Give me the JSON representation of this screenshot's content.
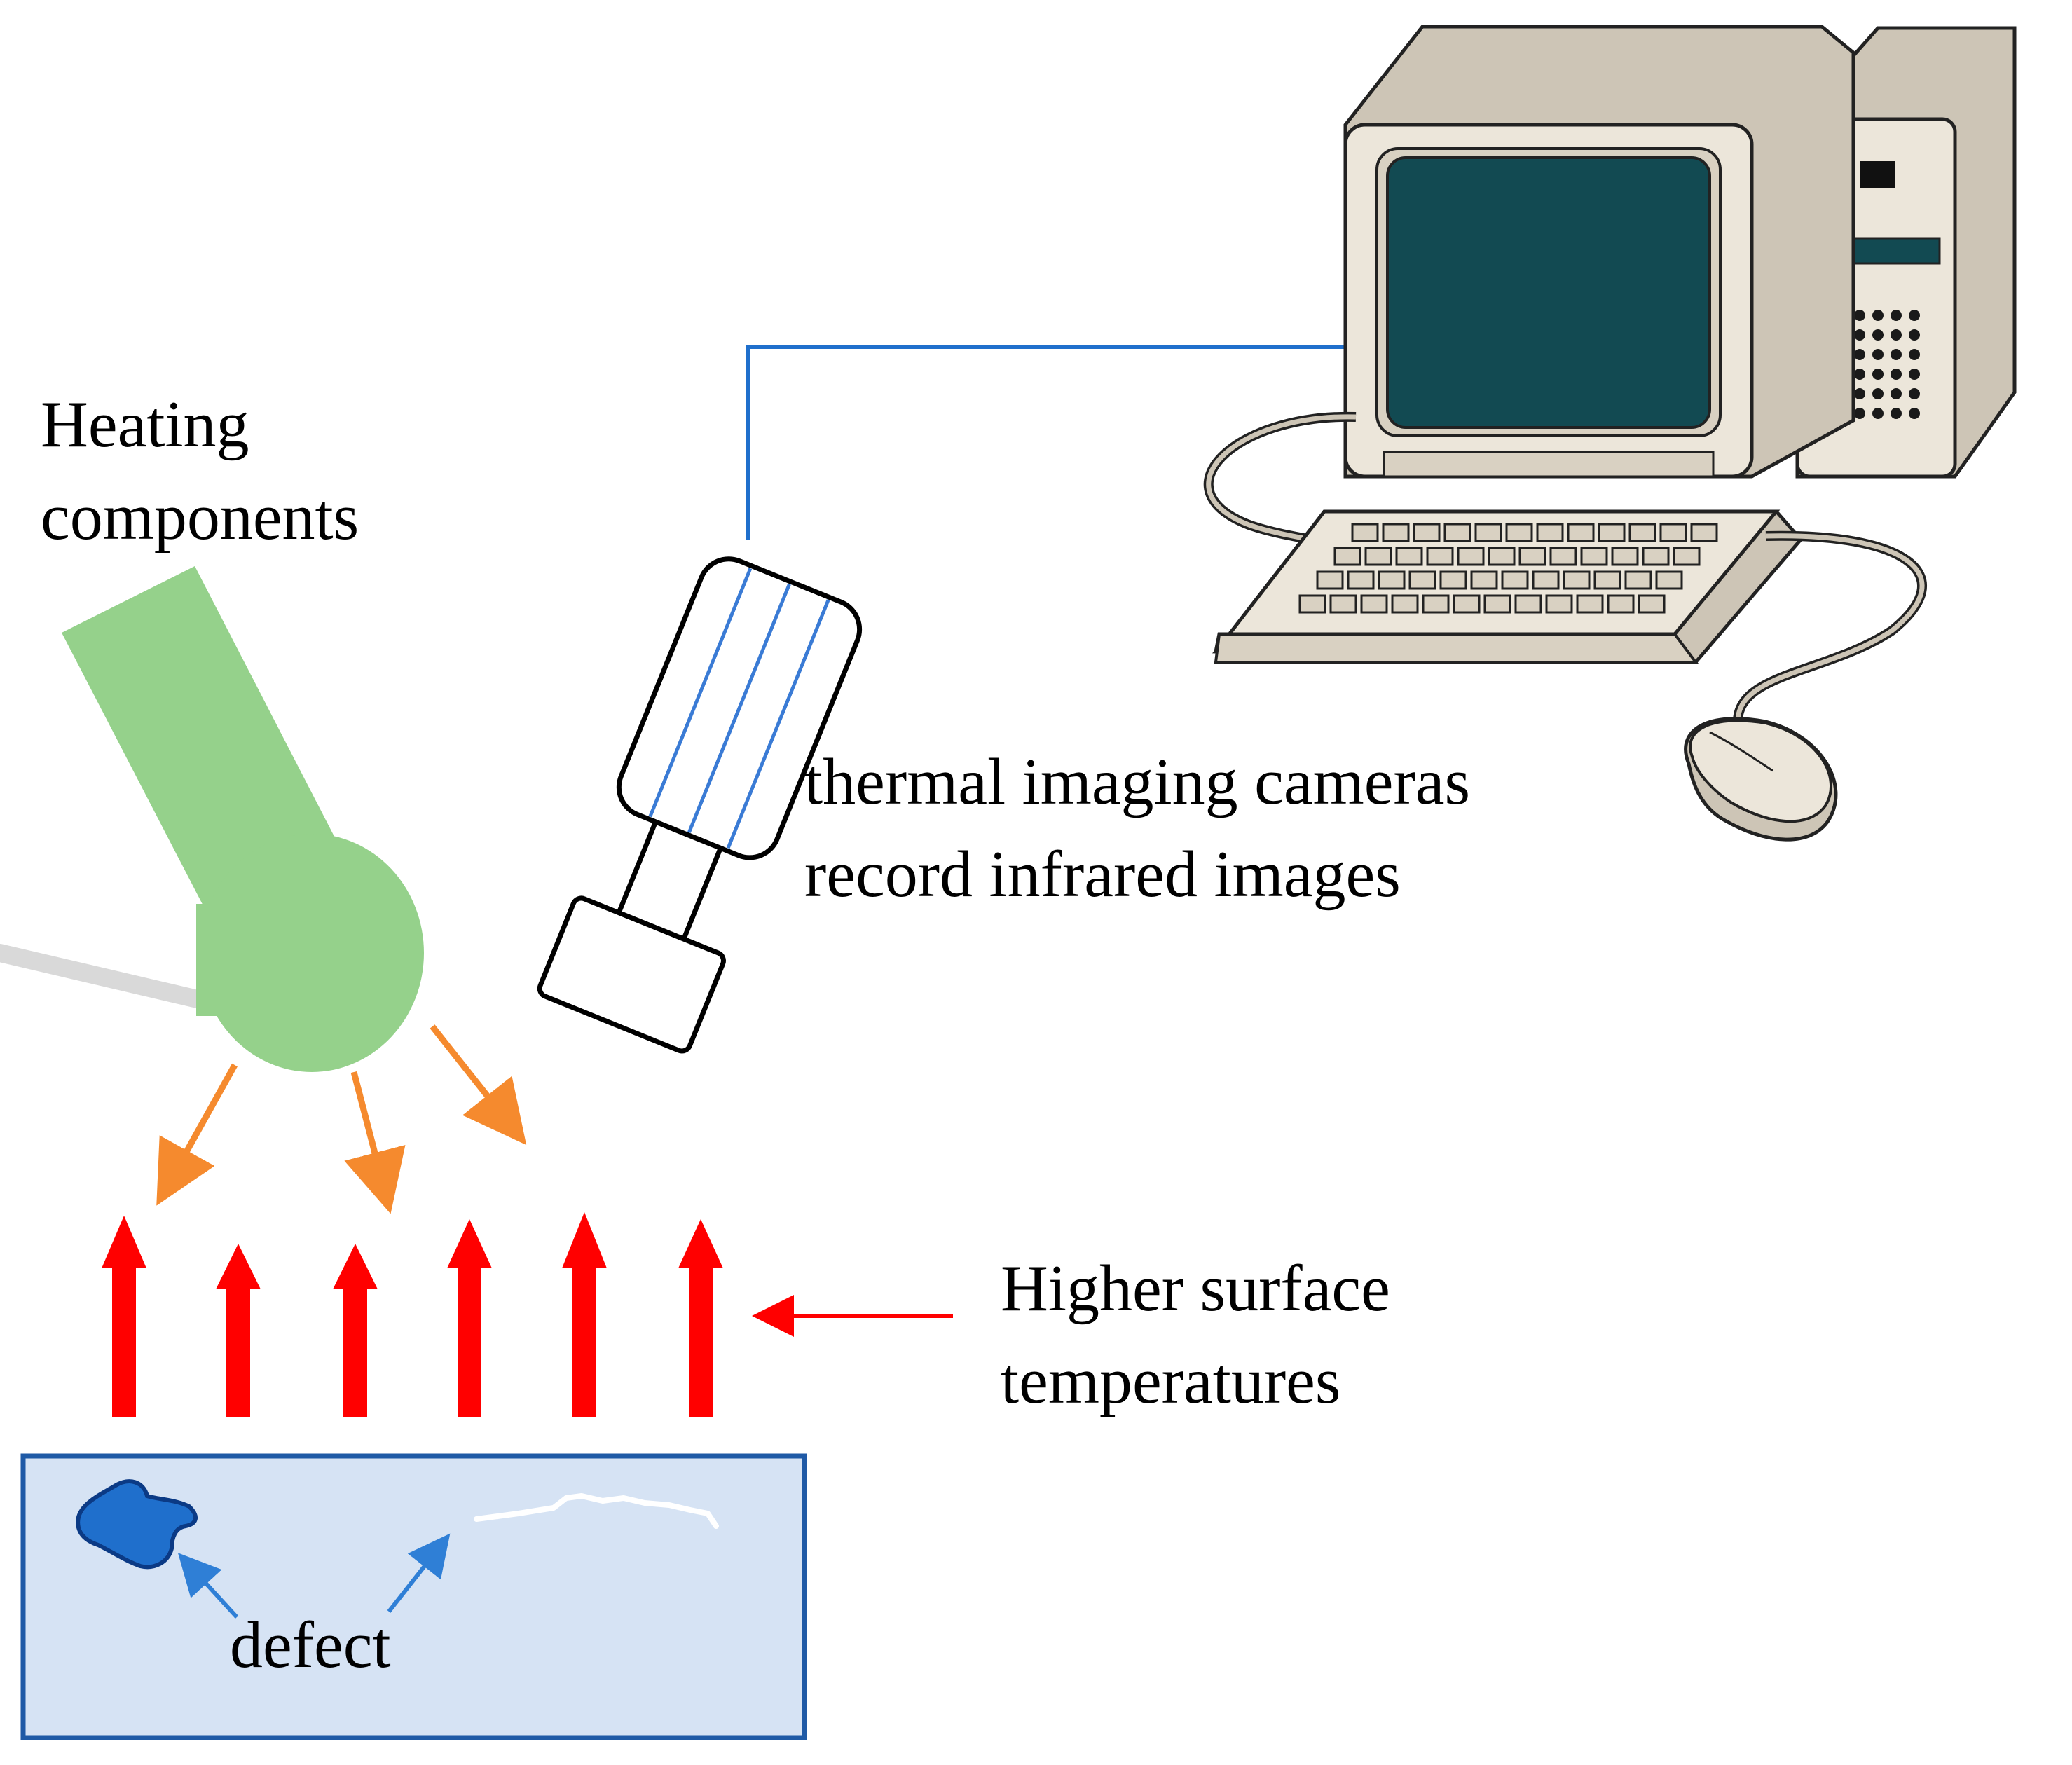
{
  "labels": {
    "heating": {
      "line1": "Heating",
      "line2": "components"
    },
    "camera": {
      "line1": "thermal imaging cameras",
      "line2": "record infrared images"
    },
    "temperature": {
      "line1": "Higher surface",
      "line2": "temperatures"
    },
    "defect": "defect"
  },
  "colors": {
    "heater_fill": "#95d18b",
    "heat_arrow": "#f58a2e",
    "surface_arrow": "#ff0000",
    "specimen_fill": "#d6e3f4",
    "specimen_border": "#1f5aa6",
    "defect_blob": "#1f6fcc",
    "defect_pointer": "#2f7fd6",
    "cable": "#1f6fcc",
    "computer_body": "#ece6da",
    "computer_shadow": "#cdc5b6",
    "screen": "#124a52",
    "camera_stripe": "#3a7bd5"
  },
  "icons": [
    "heating-lamp-icon",
    "thermal-camera-icon",
    "computer-icon",
    "keyboard-icon",
    "mouse-icon"
  ]
}
